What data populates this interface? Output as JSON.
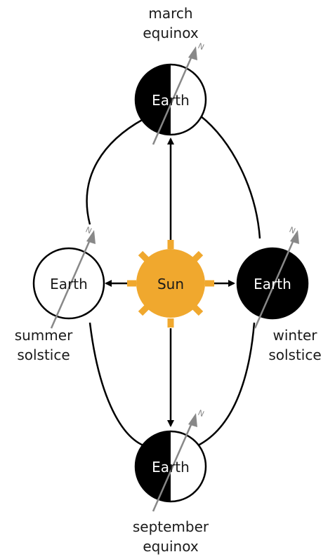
{
  "sun": {
    "label": "Sun",
    "color": "#F0A82E"
  },
  "earth_label": "Earth",
  "axis_symbol": "N",
  "colors": {
    "line": "#000000",
    "axis": "#888888",
    "night": "#000000",
    "day": "#ffffff"
  },
  "positions": {
    "march": {
      "label_line1": "march",
      "label_line2": "equinox"
    },
    "september": {
      "label_line1": "september",
      "label_line2": "equinox"
    },
    "summer": {
      "label_line1": "summer",
      "label_line2": "solstice"
    },
    "winter": {
      "label_line1": "winter",
      "label_line2": "solstice"
    }
  }
}
